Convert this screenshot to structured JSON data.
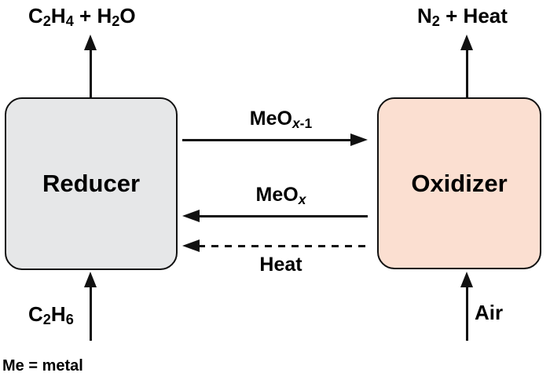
{
  "diagram": {
    "title_note": "chemical-looping flow diagram",
    "boxes": {
      "reducer": {
        "label": "Reducer",
        "fill": "#e6e7e8",
        "border": "#111111"
      },
      "oxidizer": {
        "label": "Oxidizer",
        "fill": "#fbdfd1",
        "border": "#111111"
      }
    },
    "streams": {
      "reducer_out_top": {
        "segments": [
          {
            "text": "C"
          },
          {
            "text": "2",
            "sub": true
          },
          {
            "text": "H"
          },
          {
            "text": "4",
            "sub": true
          },
          {
            "text": " + H"
          },
          {
            "text": "2",
            "sub": true
          },
          {
            "text": "O"
          }
        ]
      },
      "reducer_in_bottom": {
        "segments": [
          {
            "text": "C"
          },
          {
            "text": "2",
            "sub": true
          },
          {
            "text": "H"
          },
          {
            "text": "6",
            "sub": true
          }
        ]
      },
      "oxidizer_out_top": {
        "segments": [
          {
            "text": "N"
          },
          {
            "text": "2",
            "sub": true
          },
          {
            "text": " + Heat"
          }
        ]
      },
      "oxidizer_in_bottom": {
        "segments": [
          {
            "text": "Air"
          }
        ]
      },
      "transfer_to_oxidizer": {
        "segments": [
          {
            "text": "MeO"
          },
          {
            "text": "x",
            "sub": true,
            "italic": true
          },
          {
            "text": "-1",
            "sub": true
          }
        ],
        "arrow_direction": "right",
        "arrow_style": "solid"
      },
      "transfer_to_reducer": {
        "segments": [
          {
            "text": "MeO"
          },
          {
            "text": "x",
            "sub": true,
            "italic": true
          }
        ],
        "arrow_direction": "left",
        "arrow_style": "solid"
      },
      "heat_return": {
        "segments": [
          {
            "text": "Heat"
          }
        ],
        "arrow_direction": "left",
        "arrow_style": "dashed"
      }
    },
    "footnote": {
      "segments": [
        {
          "text": "Me = metal"
        }
      ]
    }
  }
}
